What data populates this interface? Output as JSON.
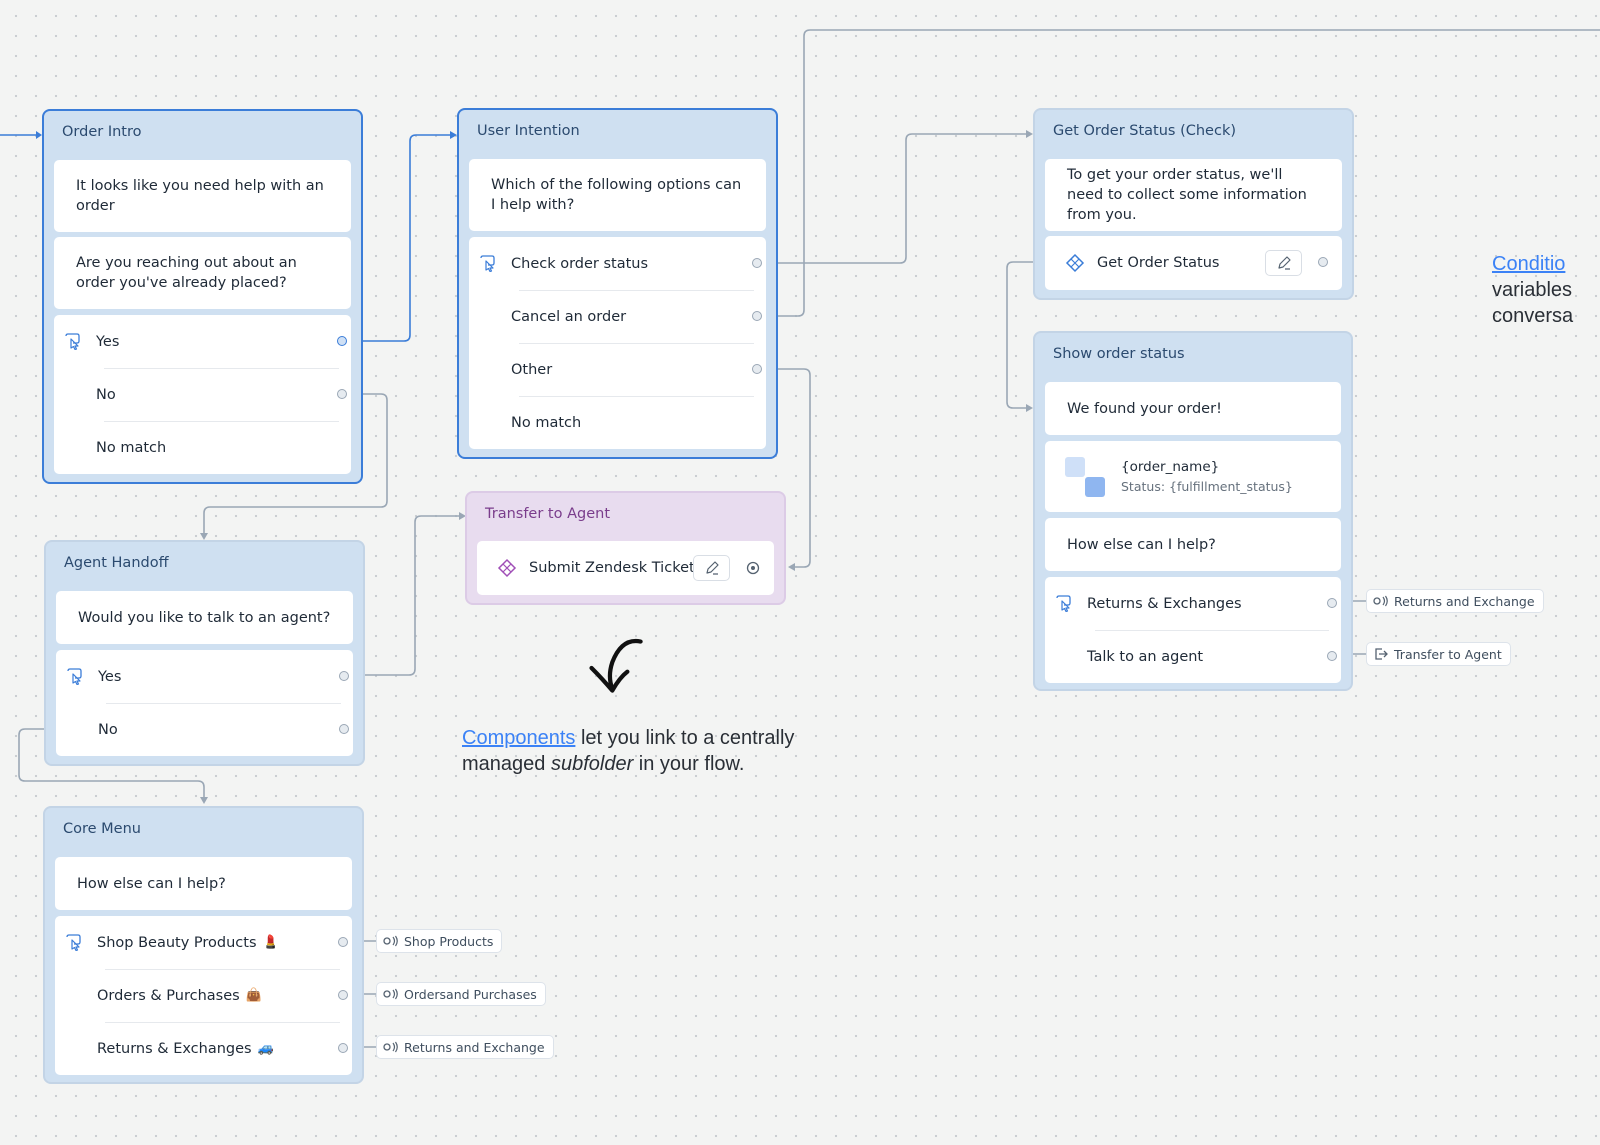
{
  "blocks": {
    "order_intro": {
      "title": "Order Intro",
      "messages": [
        "It looks like you need help with an order",
        "Are you reaching out about an order you've already placed?"
      ],
      "choices": [
        "Yes",
        "No",
        "No match"
      ]
    },
    "user_intention": {
      "title": "User Intention",
      "messages": [
        "Which of the following options can I help with?"
      ],
      "choices": [
        "Check order status",
        "Cancel an order",
        "Other",
        "No match"
      ]
    },
    "get_order_status": {
      "title": "Get Order Status (Check)",
      "messages": [
        "To get your order status, we'll need to collect some information from you."
      ],
      "component": "Get Order Status"
    },
    "show_order_status": {
      "title": "Show order status",
      "messages": [
        "We found your order!",
        "How else can I help?"
      ],
      "card_title": "{order_name}",
      "card_subtitle": "Status: {fulfillment_status}",
      "choices": [
        "Returns & Exchanges",
        "Talk to an agent"
      ]
    },
    "transfer_to_agent": {
      "title": "Transfer to Agent",
      "component": "Submit Zendesk Ticket"
    },
    "agent_handoff": {
      "title": "Agent Handoff",
      "messages": [
        "Would you like to talk to an agent?"
      ],
      "choices": [
        "Yes",
        "No"
      ]
    },
    "core_menu": {
      "title": "Core Menu",
      "messages": [
        "How else can I help?"
      ],
      "choices": [
        "Shop Beauty Products",
        "Orders & Purchases",
        "Returns & Exchanges"
      ],
      "choice_emojis": [
        "💄",
        "👜",
        "🚙"
      ]
    }
  },
  "tags": {
    "returns_exchange_right": "Returns and Exchange",
    "transfer_agent_right": "Transfer to Agent",
    "shop_products": "Shop Products",
    "orders_purchases": "Ordersand Purchases",
    "returns_exchange_bottom": "Returns and Exchange"
  },
  "notes": {
    "components": {
      "link": "Components",
      "text1": " let you link to a centrally",
      "text2": "managed ",
      "italic": "subfolder",
      "text3": " in your flow."
    },
    "conditions": {
      "link": "Conditio",
      "line2": "variables",
      "line3": "conversa"
    }
  },
  "colors": {
    "block_bg": "#cfe0f1",
    "selected_border": "#3b7dd8",
    "purple_block_bg": "#e8dcef",
    "connector": "#9aa7b5",
    "active_connector": "#3b7dd8",
    "link": "#3b82f6"
  }
}
